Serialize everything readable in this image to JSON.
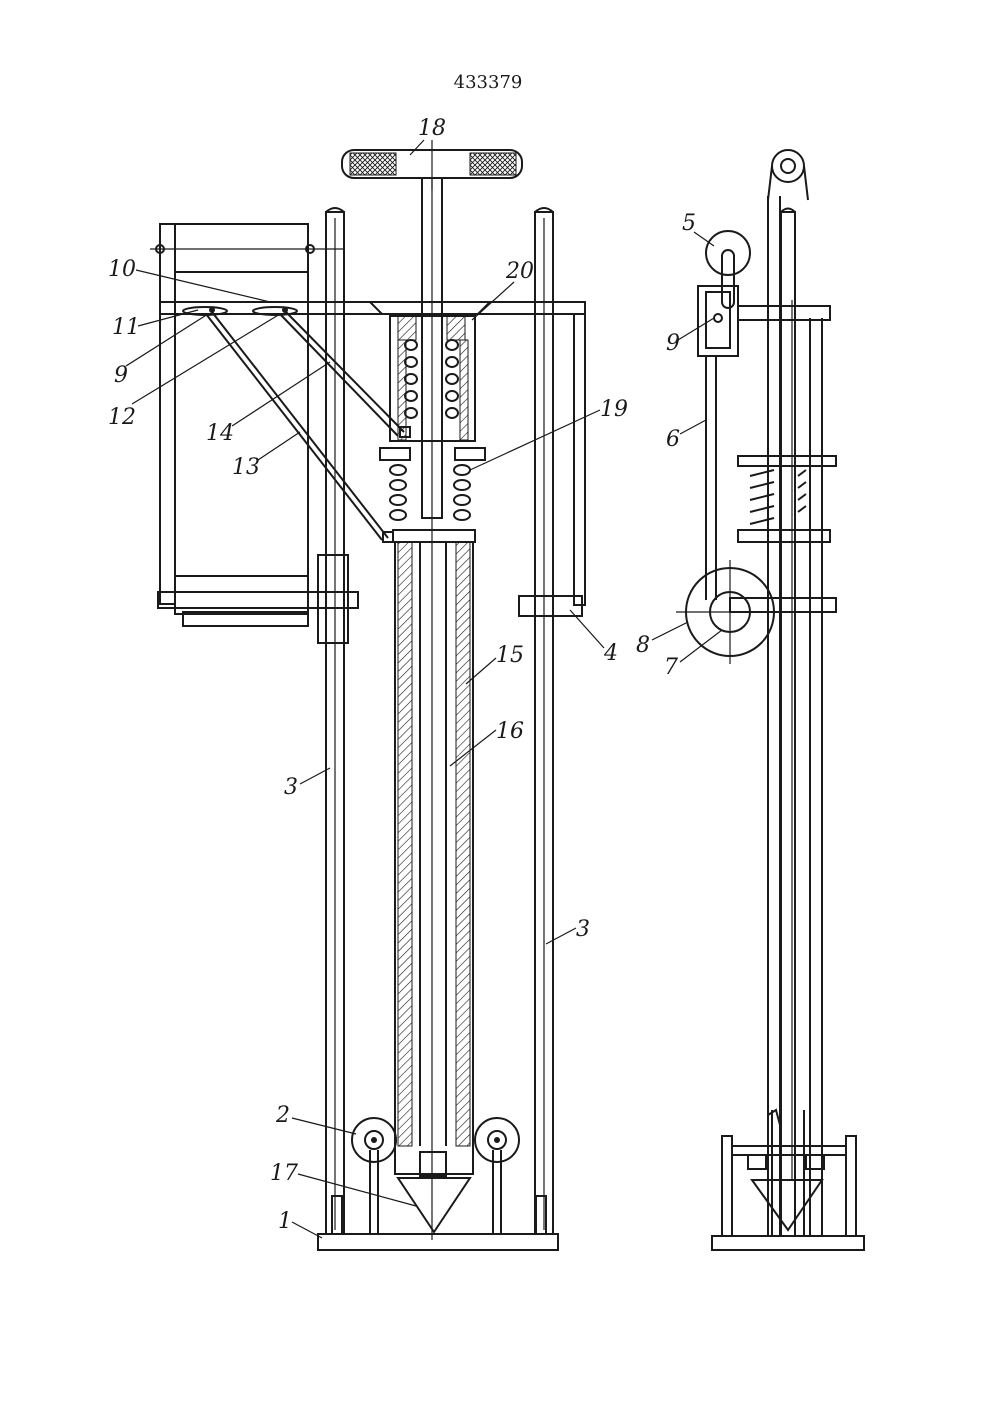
{
  "document_number": "433379",
  "labels": {
    "l1": "1",
    "l2": "2",
    "l3a": "3",
    "l3b": "3",
    "l4": "4",
    "l5": "5",
    "l6": "6",
    "l7": "7",
    "l8": "8",
    "l9a": "9",
    "l9b": "9",
    "l10": "10",
    "l11": "11",
    "l12": "12",
    "l13": "13",
    "l14": "14",
    "l15": "15",
    "l16": "16",
    "l17": "17",
    "l18": "18",
    "l19": "19",
    "l20": "20"
  }
}
